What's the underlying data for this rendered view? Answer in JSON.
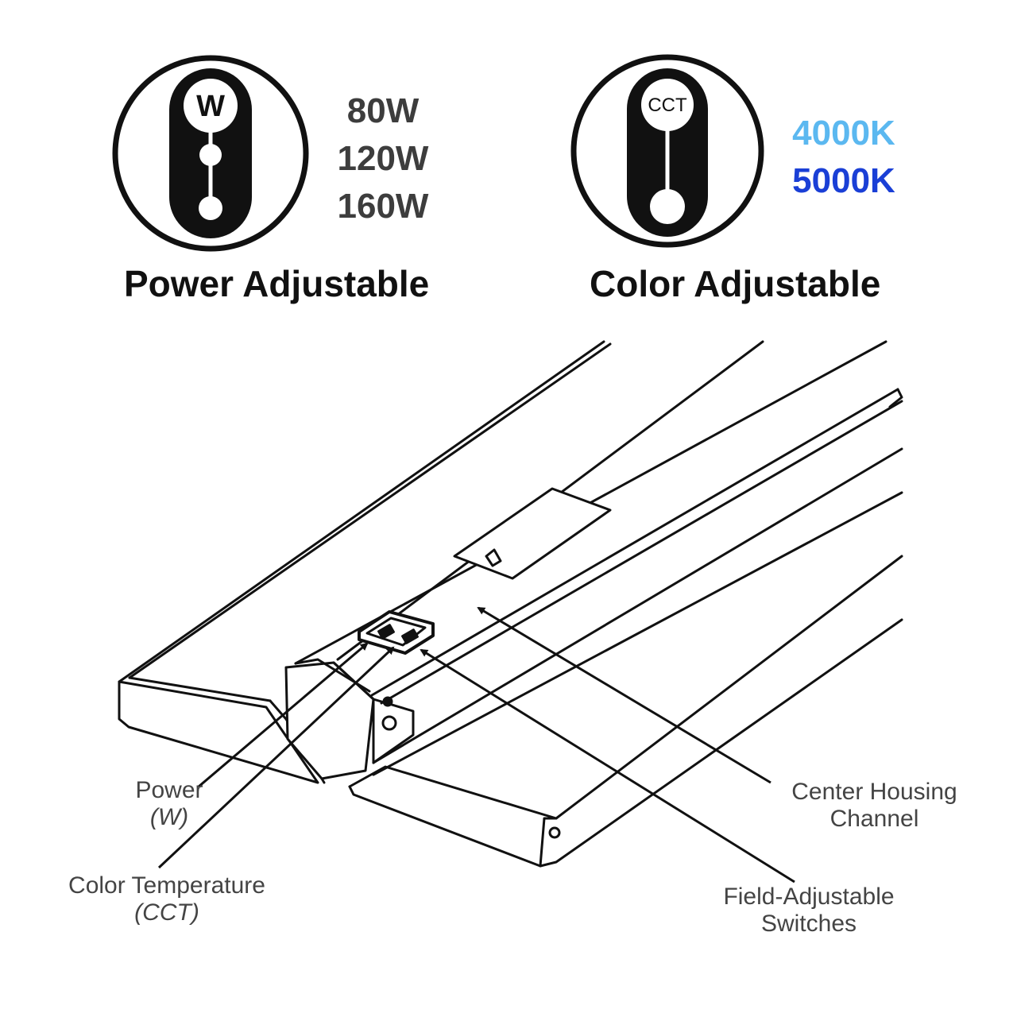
{
  "power": {
    "icon_letter": "W",
    "values": [
      "80W",
      "120W",
      "160W"
    ],
    "label": "Power Adjustable"
  },
  "color": {
    "icon_letter": "CCT",
    "values": [
      "4000K",
      "5000K"
    ],
    "value_colors": [
      "#5bb8f0",
      "#1a3fd6"
    ],
    "label": "Color Adjustable"
  },
  "callouts": {
    "power_switch": {
      "line1": "Power",
      "line2": "(W)"
    },
    "cct_switch": {
      "line1": "Color Temperature",
      "line2": "(CCT)"
    },
    "housing": {
      "line1": "Center Housing",
      "line2": "Channel"
    },
    "switches": {
      "line1": "Field-Adjustable",
      "line2": "Switches"
    }
  },
  "icons": [
    "watt-slider-icon",
    "cct-slider-icon"
  ]
}
